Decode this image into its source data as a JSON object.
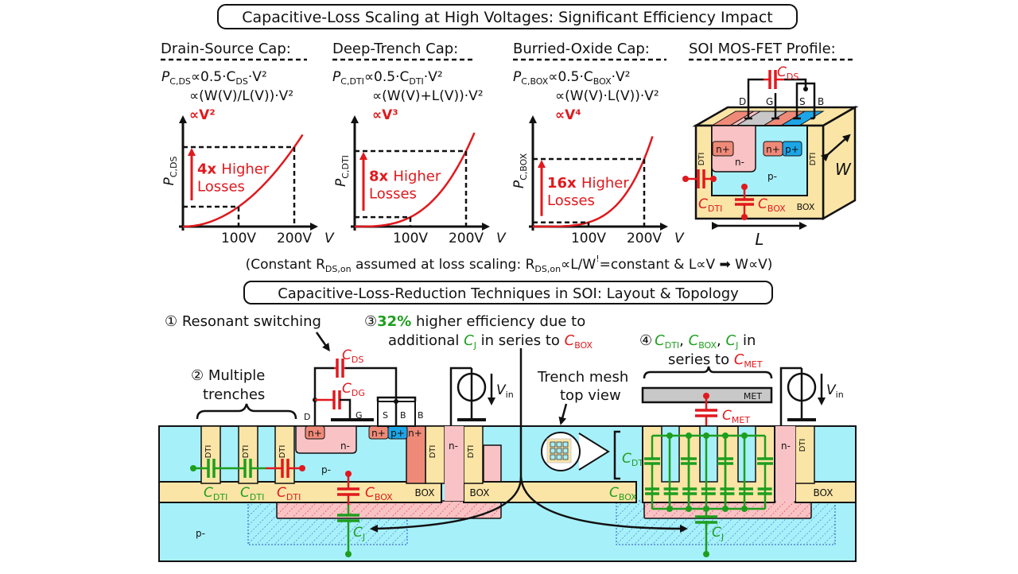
{
  "title": "Capacitive-Loss Scaling at High Voltages: Significant Efficiency Impact",
  "sections": {
    "ds": {
      "heading": "Drain-Source Cap:",
      "eq1_lhs": "P",
      "eq1_lhs_sub": "C,DS",
      "eq1_rhs": "∝0.5·C",
      "eq1_rhs_sub": "DS",
      "eq1_tail": "·V²",
      "eq2": "∝(W(V)/L(V))·V²",
      "eq3": "∝V²",
      "ylabel": "P",
      "ylabel_sub": "C,DS",
      "annotation_bold": "4x",
      "annotation_rest": "Higher",
      "annotation_line2": "Losses"
    },
    "dti": {
      "heading": "Deep-Trench Cap:",
      "eq1_lhs": "P",
      "eq1_lhs_sub": "C,DTI",
      "eq1_rhs": "∝0.5·C",
      "eq1_rhs_sub": "DTI",
      "eq1_tail": "·V²",
      "eq2": "∝(W(V)+L(V))·V²",
      "eq3": "∝V³",
      "ylabel": "P",
      "ylabel_sub": "C,DTI",
      "annotation_bold": "8x",
      "annotation_rest": "Higher",
      "annotation_line2": "Losses"
    },
    "box": {
      "heading": "Burried-Oxide Cap:",
      "eq1_lhs": "P",
      "eq1_lhs_sub": "C,BOX",
      "eq1_rhs": "∝0.5·C",
      "eq1_rhs_sub": "BOX",
      "eq1_tail": "·V²",
      "eq2": "∝(W(V)·L(V))·V²",
      "eq3": "∝V⁴",
      "ylabel": "P",
      "ylabel_sub": "C,BOX",
      "annotation_bold": "16x",
      "annotation_rest": "Higher",
      "annotation_line2": "Losses"
    },
    "profile": {
      "heading": "SOI MOS-FET Profile:",
      "cds": "C",
      "cds_sub": "DS",
      "terminals": [
        "D",
        "G",
        "S",
        "B"
      ],
      "regions": {
        "nplus": "n+",
        "pplus": "p+",
        "nminus": "n-",
        "pminus": "p-",
        "dti": "DTI",
        "box": "BOX"
      },
      "cdti": "C",
      "cdti_sub": "DTI",
      "cbox": "C",
      "cbox_sub": "BOX",
      "w_label": "W",
      "l_label": "L"
    }
  },
  "axis": {
    "x_ticks": [
      "100V",
      "200V"
    ],
    "x_label": "V"
  },
  "footnote": {
    "part1": "(Constant R",
    "sub1": "DS,on",
    "part2": " assumed at loss scaling: R",
    "sub2": "DS,on",
    "part3": "∝L/W",
    "mark": "!",
    "part4": "=constant & L∝V ➡ W∝V)"
  },
  "subtitle": "Capacitive-Loss-Reduction Techniques in SOI: Layout & Topology",
  "techniques": {
    "t1": "① Resonant switching",
    "t2_line1": "② Multiple",
    "t2_line2": "trenches",
    "t3_num": "③",
    "t3_pct": "32%",
    "t3_line1_rest": " higher efficiency due to",
    "t3_line2a": "additional ",
    "t3_cj": "C",
    "t3_cj_sub": "J",
    "t3_line2b": " in series to ",
    "t3_cbox": "C",
    "t3_cbox_sub": "BOX",
    "t4_num": "④",
    "t4_c1": "C",
    "t4_c1_sub": "DTI",
    "t4_c2": "C",
    "t4_c2_sub": "BOX",
    "t4_c3": "C",
    "t4_c3_sub": "J",
    "t4_in": " in",
    "t4_line2": "series to ",
    "t4_cmet": "C",
    "t4_cmet_sub": "MET",
    "mesh_line1": "Trench mesh",
    "mesh_line2": "top view"
  },
  "cross_section": {
    "cds": "C",
    "cds_sub": "DS",
    "cdg": "C",
    "cdg_sub": "DG",
    "terminals": {
      "d": "D",
      "g": "G",
      "s": "S",
      "b1": "B",
      "b2": "B"
    },
    "vin": "V",
    "vin_sub": "in",
    "dti": "DTI",
    "box": "BOX",
    "nplus": "n+",
    "pplus": "p+",
    "nminus": "n-",
    "pminus": "p-",
    "cdti": "C",
    "cdti_sub": "DTI",
    "cbox": "C",
    "cbox_sub": "BOX",
    "cj": "C",
    "cj_sub": "J",
    "met": "MET",
    "cmet": "C",
    "cmet_sub": "MET"
  },
  "colors": {
    "red": "#e0191e",
    "green": "#1e9e1e",
    "silicon": "#a6f0fa",
    "oxide": "#fbe5a6",
    "nminus": "#f9c2c4",
    "nplus": "#f08a78",
    "pplus": "#1ca6e8",
    "gate": "#c8c8c8"
  },
  "chart_data": [
    {
      "type": "line",
      "title": "Drain-Source Cap",
      "xlabel": "V",
      "ylabel": "P_C,DS",
      "x_ticks": [
        "100V",
        "200V"
      ],
      "x": [
        0,
        100,
        200
      ],
      "values": [
        0,
        1,
        4
      ],
      "scaling": "V^2",
      "ratio_200_vs_100": 4
    },
    {
      "type": "line",
      "title": "Deep-Trench Cap",
      "xlabel": "V",
      "ylabel": "P_C,DTI",
      "x_ticks": [
        "100V",
        "200V"
      ],
      "x": [
        0,
        100,
        200
      ],
      "values": [
        0,
        1,
        8
      ],
      "scaling": "V^3",
      "ratio_200_vs_100": 8
    },
    {
      "type": "line",
      "title": "Burried-Oxide Cap",
      "xlabel": "V",
      "ylabel": "P_C,BOX",
      "x_ticks": [
        "100V",
        "200V"
      ],
      "x": [
        0,
        100,
        200
      ],
      "values": [
        0,
        1,
        16
      ],
      "scaling": "V^4",
      "ratio_200_vs_100": 16
    }
  ]
}
